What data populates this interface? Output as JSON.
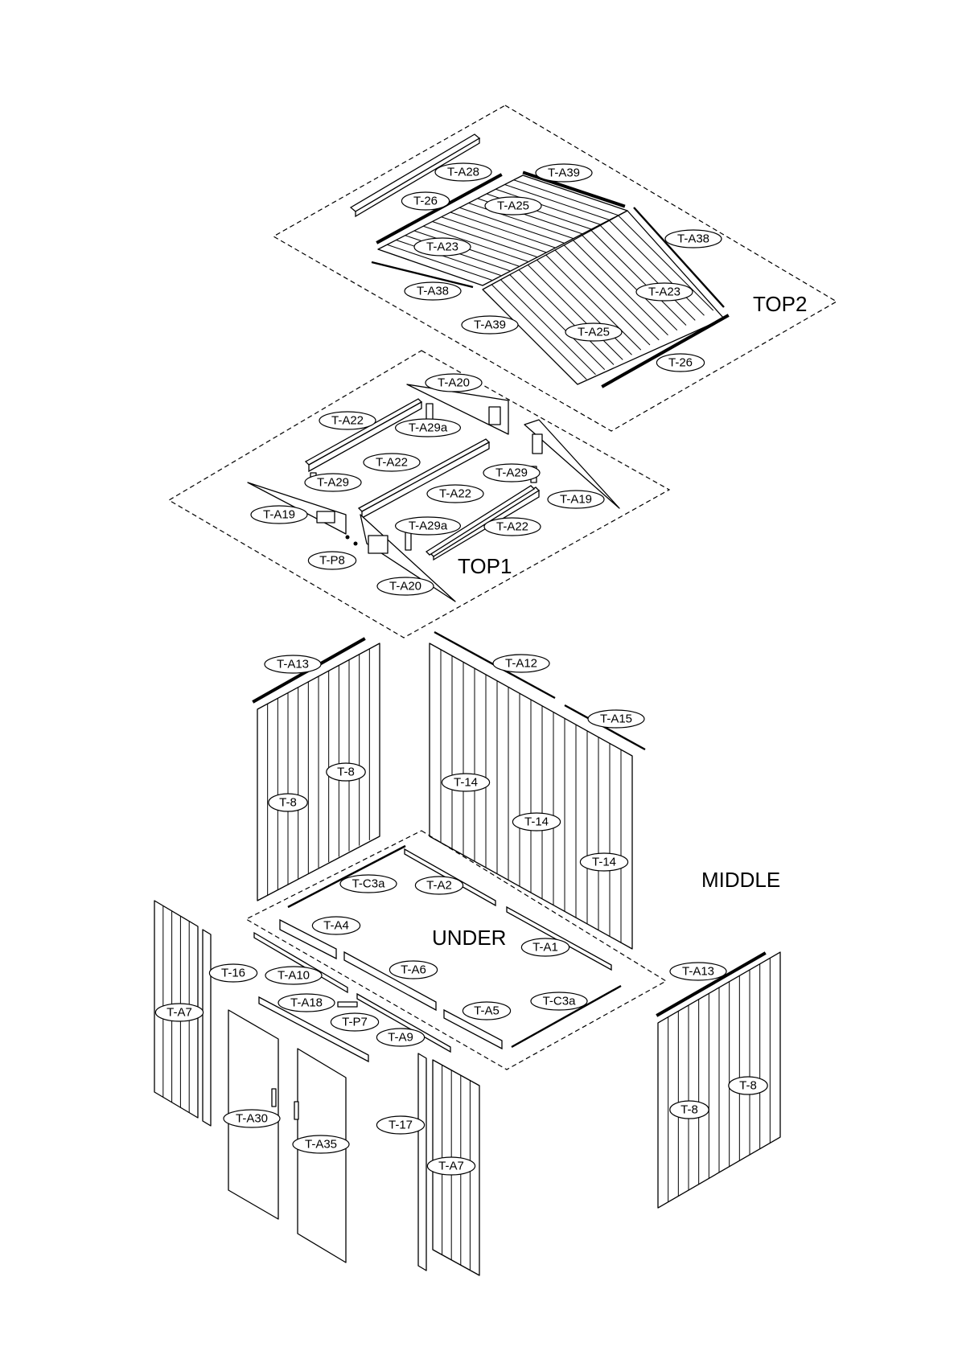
{
  "sections": {
    "top2": "TOP2",
    "top1": "TOP1",
    "middle": "MIDDLE",
    "under": "UNDER"
  },
  "labels": {
    "top2_a28": "T-A28",
    "top2_26a": "T-26",
    "top2_a39a": "T-A39",
    "top2_a25a": "T-A25",
    "top2_a38a": "T-A38",
    "top2_a23a": "T-A23",
    "top2_a38b": "T-A38",
    "top2_a23b": "T-A23",
    "top2_a39b": "T-A39",
    "top2_a25b": "T-A25",
    "top2_26b": "T-26",
    "top1_a20a": "T-A20",
    "top1_a22a": "T-A22",
    "top1_a29aa": "T-A29a",
    "top1_a22b": "T-A22",
    "top1_a29a": "T-A29",
    "top1_a29b": "T-A29",
    "top1_a22c": "T-A22",
    "top1_a19a": "T-A19",
    "top1_a19b": "T-A19",
    "top1_a29ab": "T-A29a",
    "top1_a22d": "T-A22",
    "top1_p8": "T-P8",
    "top1_a20b": "T-A20",
    "mid_a13a": "T-A13",
    "mid_a12": "T-A12",
    "mid_a15": "T-A15",
    "mid_8a": "T-8",
    "mid_8b": "T-8",
    "mid_14a": "T-14",
    "mid_14b": "T-14",
    "mid_14c": "T-14",
    "und_c3a_a": "T-C3a",
    "und_a2": "T-A2",
    "und_a4": "T-A4",
    "und_a1": "T-A1",
    "mid_16": "T-16",
    "und_a10": "T-A10",
    "und_a6": "T-A6",
    "mid_a13b": "T-A13",
    "und_a18": "T-A18",
    "mid_a7a": "T-A7",
    "und_p7": "T-P7",
    "und_a5": "T-A5",
    "und_c3a_b": "T-C3a",
    "und_a9": "T-A9",
    "mid_8c": "T-8",
    "mid_8d": "T-8",
    "mid_a30": "T-A30",
    "mid_17": "T-17",
    "mid_a35": "T-A35",
    "mid_a7b": "T-A7"
  }
}
